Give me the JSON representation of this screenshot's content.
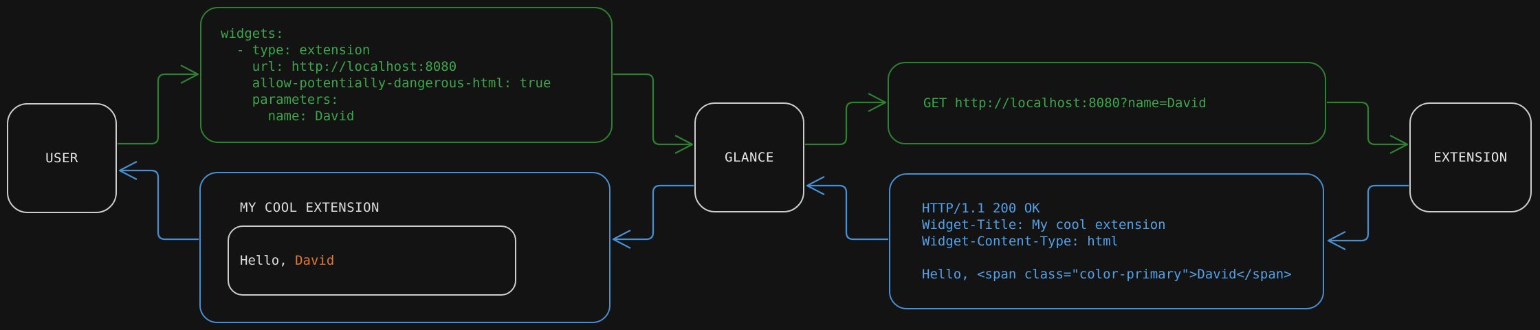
{
  "diagram": {
    "background": "#131313",
    "colors": {
      "green_accent": "#2f8132",
      "green_text": "#3da54a",
      "blue_accent": "#4a8fd2",
      "blue_text": "#55a0e6",
      "node_border": "#cecece",
      "light_text": "#dcdcdc",
      "orange_accent": "#e0793a"
    },
    "nodes": [
      {
        "id": "user",
        "label": "USER"
      },
      {
        "id": "glance",
        "label": "GLANCE"
      },
      {
        "id": "extension",
        "label": "EXTENSION"
      }
    ],
    "messages": {
      "widget_config": {
        "lines": [
          "widgets:",
          "  - type: extension",
          "    url: http://localhost:8080",
          "    allow-potentially-dangerous-html: true",
          "    parameters:",
          "      name: David"
        ]
      },
      "get_request": {
        "text": "GET http://localhost:8080?name=David"
      },
      "http_response": {
        "lines": [
          "HTTP/1.1 200 OK",
          "Widget-Title: My cool extension",
          "Widget-Content-Type: html",
          "",
          "Hello, <span class=\"color-primary\">David</span>"
        ]
      },
      "widget_preview": {
        "title": "MY COOL EXTENSION",
        "greeting_prefix": "Hello, ",
        "greeting_name": "David"
      }
    },
    "flows": [
      "user-to-config",
      "config-to-glance",
      "glance-to-request",
      "request-to-extension",
      "extension-to-response",
      "response-to-glance",
      "glance-to-widget",
      "widget-to-user"
    ]
  }
}
